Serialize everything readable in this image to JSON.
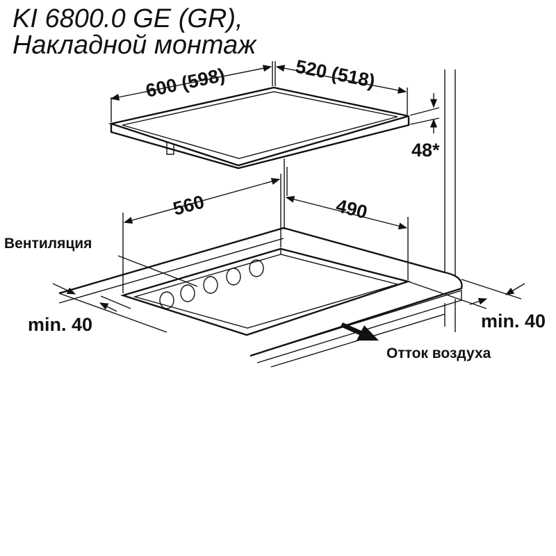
{
  "title": {
    "line1": "KI 6800.0 GE (GR),",
    "line2": "Накладной монтаж"
  },
  "dimensions": {
    "hob_width": "600 (598)",
    "hob_depth": "520 (518)",
    "hob_height": "48*",
    "cutout_width": "560",
    "cutout_depth": "490",
    "clearance_left": "min. 40",
    "clearance_right": "min. 40"
  },
  "labels": {
    "ventilation": "Вентиляция",
    "air_outflow": "Отток воздуха"
  },
  "colors": {
    "line": "#111111",
    "background": "#ffffff"
  }
}
